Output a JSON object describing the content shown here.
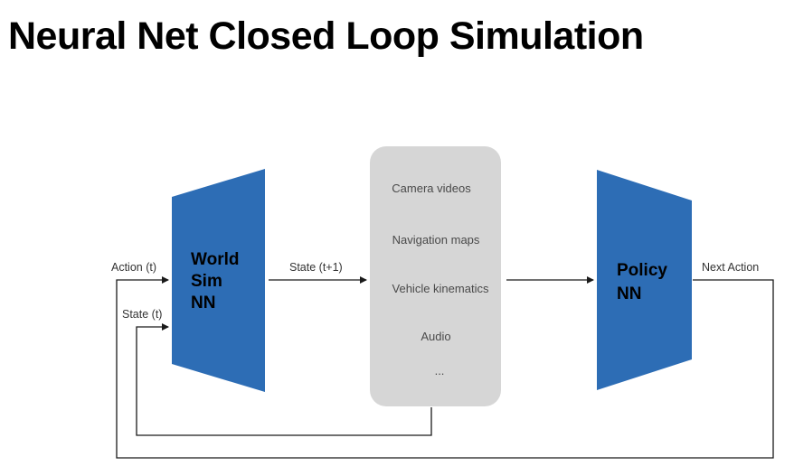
{
  "title": "Neural Net Closed Loop Simulation",
  "colors": {
    "network_fill": "#2d6db5",
    "state_panel_fill": "#d6d6d6",
    "wire": "#1a1a1a"
  },
  "world_sim": {
    "lines": [
      "World",
      "Sim",
      "NN"
    ]
  },
  "policy": {
    "lines": [
      "Policy",
      "NN"
    ]
  },
  "state_panel": {
    "items": [
      "Camera videos",
      "Navigation maps",
      "Vehicle kinematics",
      "Audio",
      "..."
    ]
  },
  "edges": {
    "action_t": "Action (t)",
    "state_t": "State (t)",
    "state_t1": "State (t+1)",
    "next_action": "Next Action"
  }
}
